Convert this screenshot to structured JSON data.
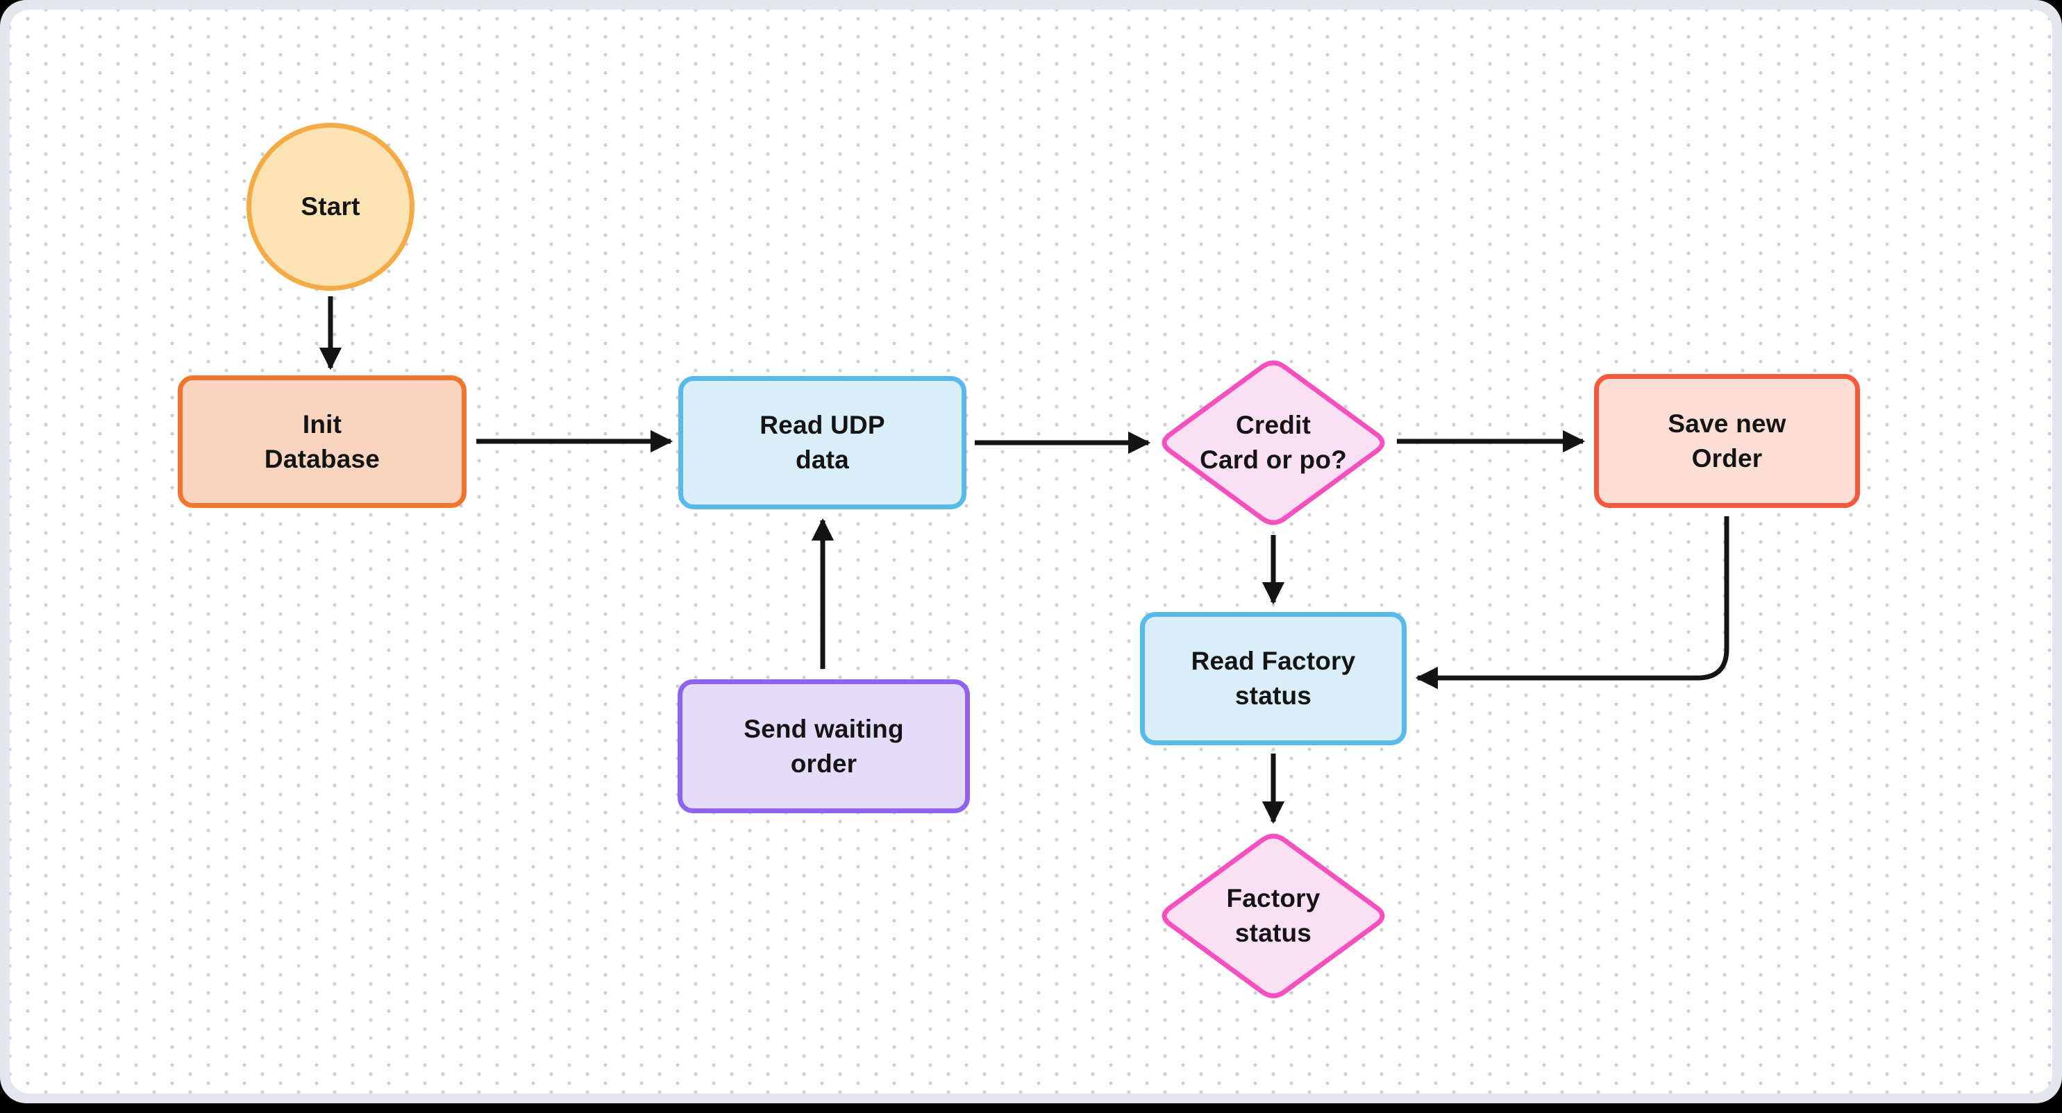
{
  "board": {
    "type": "flowchart",
    "background": "dot-grid"
  },
  "palette": {
    "page_corner": "#000000",
    "frame_border": "#E3E7ED",
    "canvas_bg": "#FFFFFF",
    "grid_dot": "#CBD0D8",
    "connector": "#141414",
    "text": "#141414"
  },
  "nodes": [
    {
      "id": "start",
      "type": "start-circle",
      "lines": [
        "Start"
      ],
      "fill": "#FBE3B4",
      "border": "#F5AB45"
    },
    {
      "id": "init-database",
      "type": "process",
      "lines": [
        "Init",
        "Database"
      ],
      "fill": "#F9D5BF",
      "border": "#F0752F"
    },
    {
      "id": "read-udp-data",
      "type": "process",
      "lines": [
        "Read UDP",
        "data"
      ],
      "fill": "#DAEEF9",
      "border": "#58BAEA"
    },
    {
      "id": "credit-card-or-po",
      "type": "decision",
      "lines": [
        "Credit",
        "Card or po?"
      ],
      "fill": "#FBDFF2",
      "border": "#F650BE"
    },
    {
      "id": "save-new-order",
      "type": "process",
      "lines": [
        "Save new",
        "Order"
      ],
      "fill": "#FCDED5",
      "border": "#F4593B"
    },
    {
      "id": "send-waiting-order",
      "type": "process",
      "lines": [
        "Send waiting",
        "order"
      ],
      "fill": "#E5DBFA",
      "border": "#8F63EE"
    },
    {
      "id": "read-factory-status",
      "type": "process",
      "lines": [
        "Read Factory",
        "status"
      ],
      "fill": "#DAEEF9",
      "border": "#58BAEA"
    },
    {
      "id": "factory-status",
      "type": "decision",
      "lines": [
        "Factory",
        "status"
      ],
      "fill": "#FBDFF2",
      "border": "#F650BE"
    }
  ],
  "edges": [
    {
      "from": "start",
      "to": "init-database"
    },
    {
      "from": "init-database",
      "to": "read-udp-data"
    },
    {
      "from": "read-udp-data",
      "to": "credit-card-or-po"
    },
    {
      "from": "credit-card-or-po",
      "to": "save-new-order"
    },
    {
      "from": "credit-card-or-po",
      "to": "read-factory-status"
    },
    {
      "from": "send-waiting-order",
      "to": "read-udp-data"
    },
    {
      "from": "save-new-order",
      "to": "read-factory-status"
    },
    {
      "from": "read-factory-status",
      "to": "factory-status"
    }
  ]
}
